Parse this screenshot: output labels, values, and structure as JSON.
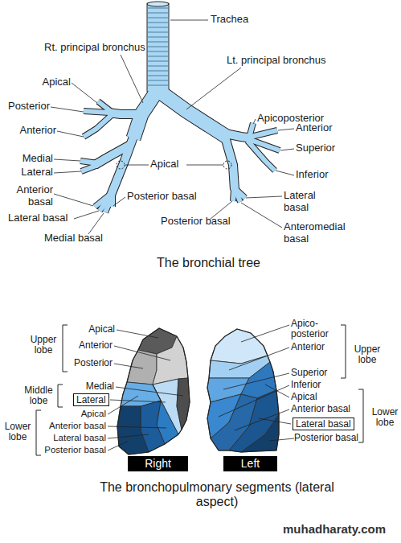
{
  "diagram": {
    "nodes": [
      {
        "text": [
          "Lateral"
        ]
      },
      {
        "text": [
          "Lateral basal"
        ]
      },
      {
        "text": [
          "Right"
        ]
      },
      {
        "text": [
          "Left"
        ]
      }
    ],
    "labels": [
      "Trachea",
      "Rt. principal bronchus",
      "Lt. principal bronchus",
      "Apical",
      "Posterior",
      "Anterior",
      "Medial",
      "Lateral",
      "Apical",
      "Anterior basal",
      "Lateral basal",
      "Medial basal",
      "Posterior basal",
      "Apicoposterior",
      "Anterior",
      "Superior",
      "Inferior",
      "Lateral basal",
      "Posterior basal",
      "Anteromedial basal",
      "The bronchial tree",
      "Upper lobe",
      "Apical",
      "Anterior",
      "Posterior",
      "Middle lobe",
      "Medial",
      "Apical",
      "Anterior basal",
      "Lateral basal",
      "Posterior basal",
      "Lower lobe",
      "Apico- posterior",
      "Anterior",
      "Upper lobe",
      "Superior",
      "Inferior",
      "Apical",
      "Anterior basal",
      "Posterior basal",
      "Lower lobe",
      "The bronchopulmonary segments (lateral aspect)",
      "muhadharaty.com"
    ]
  }
}
